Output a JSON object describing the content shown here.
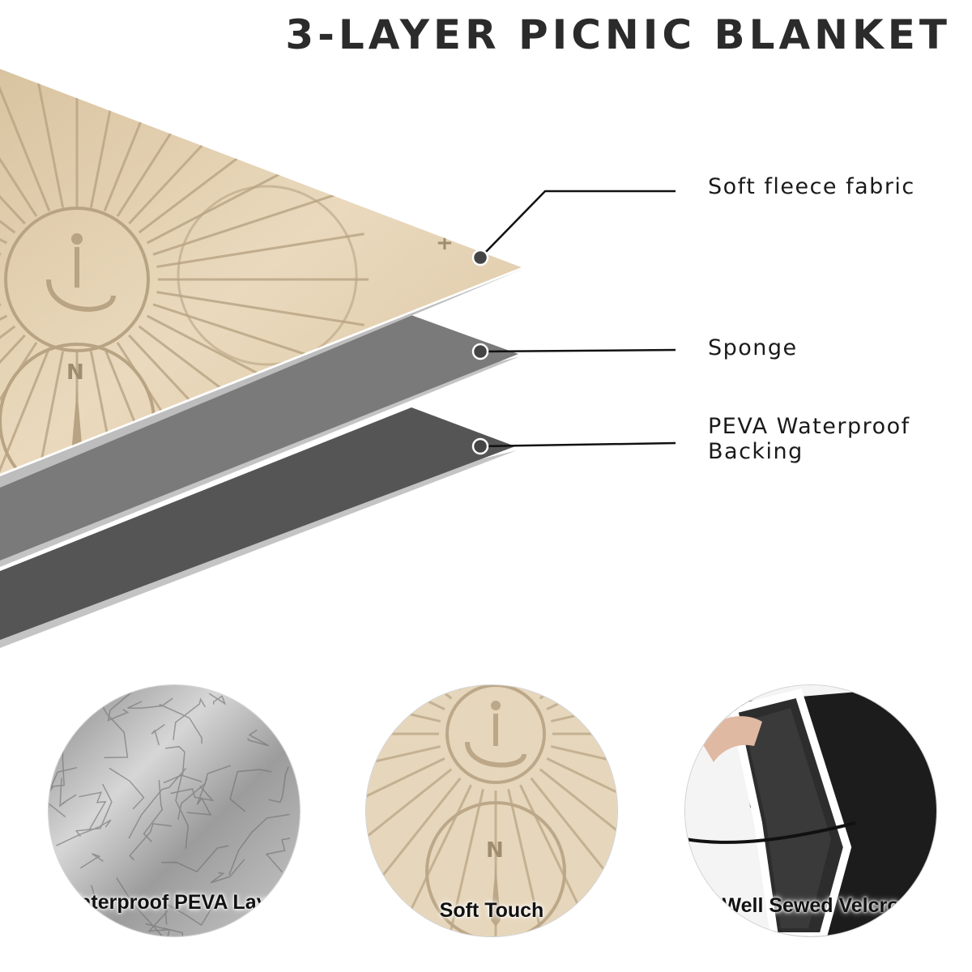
{
  "header": {
    "title": "3-LAYER PICNIC BLANKET"
  },
  "layers": [
    {
      "label": "Soft fleece fabric"
    },
    {
      "label": "Sponge"
    },
    {
      "label": "PEVA Waterproof Backing"
    }
  ],
  "features": [
    {
      "caption": "Waterproof PEVA Layer"
    },
    {
      "caption": "Soft Touch"
    },
    {
      "caption": "Well Sewed Velcro"
    }
  ],
  "pattern": {
    "north_letter": "N",
    "cardinal_mark": "+"
  },
  "colors": {
    "fleece": "#e3d2b6",
    "sponge": "#7a7a7a",
    "backing": "#555555",
    "edge": "#bdbdbd",
    "title": "#2b2b2b"
  }
}
